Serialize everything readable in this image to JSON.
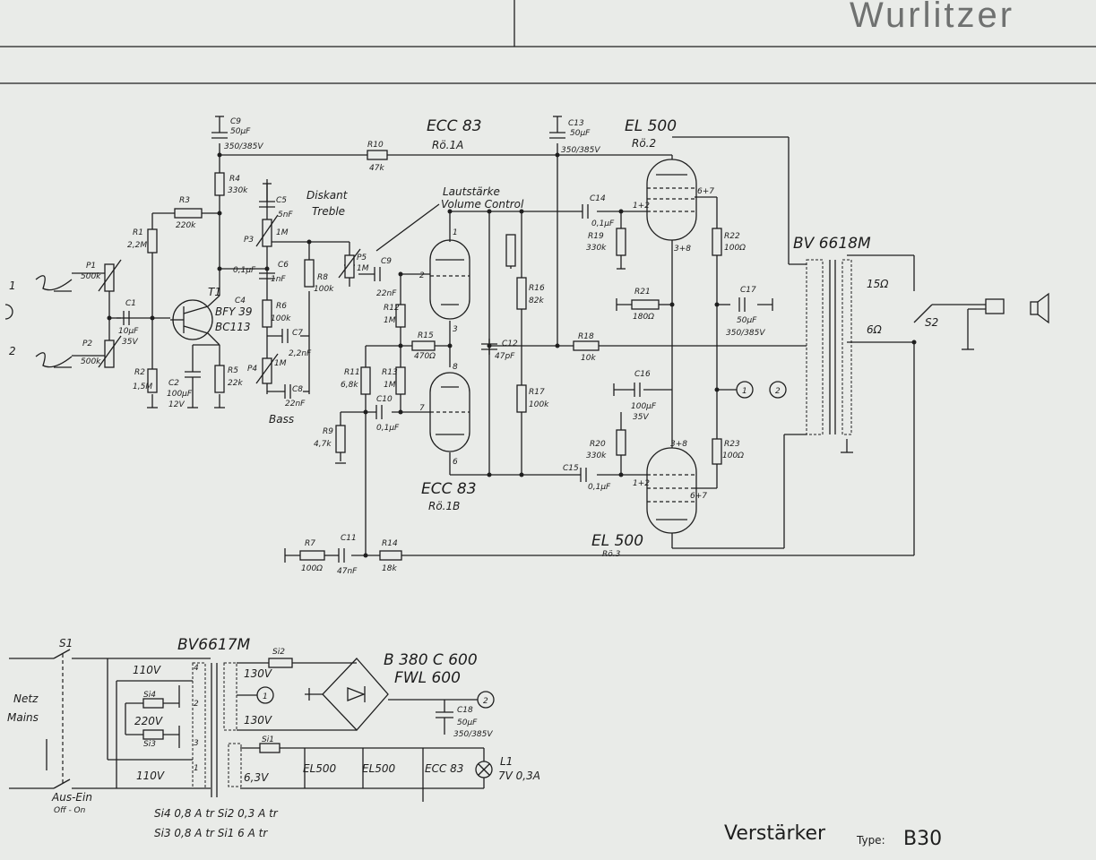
{
  "header": {
    "brand": "Wurlitzer"
  },
  "footer": {
    "label": "Verstärker",
    "type_prefix": "Type:",
    "type_value": "B30"
  },
  "inputs": {
    "in1": "1",
    "in2": "2"
  },
  "tubes": {
    "v1a_type": "ECC 83",
    "v1a_ref": "Rö.1A",
    "v1b_type": "ECC 83",
    "v1b_ref": "Rö.1B",
    "v2_type": "EL 500",
    "v2_ref": "Rö.2",
    "v3_type": "EL 500",
    "v3_ref": "Rö.3"
  },
  "transistor": {
    "ref": "T1",
    "type1": "BFY 39",
    "type2": "BC113"
  },
  "controls": {
    "diskant": "Diskant",
    "treble": "Treble",
    "volume_de": "Lautstärke",
    "volume_en": "Volume Control",
    "bass": "Bass"
  },
  "output": {
    "transformer": "BV 6618M",
    "tap15": "15Ω",
    "tap6": "6Ω",
    "switch": "S2"
  },
  "components": {
    "c9": {
      "ref": "C9",
      "val": "50µF",
      "rating": "350/385V"
    },
    "c13": {
      "ref": "C13",
      "val": "50µF",
      "rating": "350/385V"
    },
    "r10": {
      "ref": "R10",
      "val": "47k"
    },
    "r4": {
      "ref": "R4",
      "val": "330k"
    },
    "r3": {
      "ref": "R3",
      "val": "220k"
    },
    "r1": {
      "ref": "R1",
      "val": "2,2M"
    },
    "c5": {
      "ref": "C5",
      "val": "5nF"
    },
    "p3": {
      "ref": "P3",
      "val": "1M"
    },
    "p5": {
      "ref": "P5",
      "val": "1M"
    },
    "cg": {
      "ref": "C9",
      "val": "22nF"
    },
    "c14": {
      "ref": "C14",
      "val": "0,1µF"
    },
    "r19": {
      "ref": "R19",
      "val": "330k"
    },
    "r22": {
      "ref": "R22",
      "val": "100Ω"
    },
    "p1": {
      "ref": "P1",
      "val": "500k"
    },
    "p2": {
      "ref": "P2",
      "val": "500k"
    },
    "c1": {
      "ref": "C1",
      "val": "10µF",
      "rating": "35V"
    },
    "c4": {
      "ref": "C4",
      "val": "0,1µF"
    },
    "c6": {
      "ref": "C6",
      "val": "1nF"
    },
    "r6": {
      "ref": "R6",
      "val": "100k"
    },
    "r8": {
      "ref": "R8",
      "val": "100k"
    },
    "r12": {
      "ref": "R12",
      "val": "1M"
    },
    "r16": {
      "ref": "R16",
      "val": "82k"
    },
    "r21": {
      "ref": "R21",
      "val": "180Ω"
    },
    "c17": {
      "ref": "C17",
      "val": "50µF",
      "rating": "350/385V"
    },
    "r15": {
      "ref": "R15",
      "val": "470Ω"
    },
    "c12": {
      "ref": "C12",
      "val": "47pF"
    },
    "r18": {
      "ref": "R18",
      "val": "10k"
    },
    "r2": {
      "ref": "R2",
      "val": "1,5M"
    },
    "c2": {
      "ref": "C2",
      "val": "100µF",
      "rating": "12V"
    },
    "r5": {
      "ref": "R5",
      "val": "22k"
    },
    "c7": {
      "ref": "C7",
      "val": "2,2nF"
    },
    "p4": {
      "ref": "P4",
      "val": "1M"
    },
    "c8": {
      "ref": "C8",
      "val": "22nF"
    },
    "r11": {
      "ref": "R11",
      "val": "6,8k"
    },
    "r13": {
      "ref": "R13",
      "val": "1M"
    },
    "c10": {
      "ref": "C10",
      "val": "0,1µF"
    },
    "r17": {
      "ref": "R17",
      "val": "100k"
    },
    "c16": {
      "ref": "C16",
      "val": "100µF",
      "rating": "35V"
    },
    "r9": {
      "ref": "R9",
      "val": "4,7k"
    },
    "r20": {
      "ref": "R20",
      "val": "330k"
    },
    "r23": {
      "ref": "R23",
      "val": "100Ω"
    },
    "c15": {
      "ref": "C15",
      "val": "0,1µF"
    },
    "r7": {
      "ref": "R7",
      "val": "100Ω"
    },
    "c11": {
      "ref": "C11",
      "val": "47nF"
    },
    "r14": {
      "ref": "R14",
      "val": "18k"
    }
  },
  "pins": {
    "p1": "1",
    "p2": "2",
    "p3": "3",
    "p6": "6",
    "p7": "7",
    "p8": "8",
    "p12": "1+2",
    "p38": "3+8",
    "p67": "6+7"
  },
  "nodes": {
    "n1": "1",
    "n2": "2"
  },
  "psu": {
    "s1": "S1",
    "transformer": "BV6617M",
    "netz": "Netz",
    "mains": "Mains",
    "aus_ein": "Aus-Ein",
    "off_on": "Off - On",
    "v110a": "110V",
    "v220": "220V",
    "v110b": "110V",
    "si4": "Si4",
    "si3": "Si3",
    "si2": "Si2",
    "si1": "Si1",
    "v130a": "130V",
    "v130b": "130V",
    "v63": "6,3V",
    "w4": "4",
    "w2": "2",
    "w3": "3",
    "w1": "1",
    "rectifier1": "B 380 C 600",
    "rectifier2": "FWL 600",
    "c18": {
      "ref": "C18",
      "val": "50µF",
      "rating": "350/385V"
    },
    "heater1": "EL500",
    "heater2": "EL500",
    "heater3": "ECC 83",
    "lamp_ref": "L1",
    "lamp_val": "7V 0,3A",
    "fuse_line1": "Si4  0,8 A tr   Si2  0,3 A tr",
    "fuse_line2": "Si3  0,8 A tr   Si1     6 A tr"
  }
}
